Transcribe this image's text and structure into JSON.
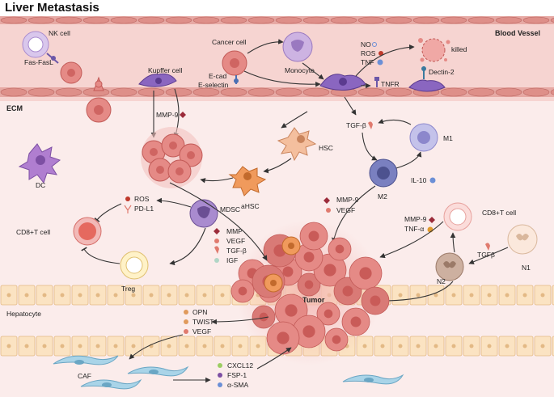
{
  "title": "Liver Metastasis",
  "regions": {
    "blood_vessel": "Blood Vessel",
    "ecm": "ECM",
    "hepatocyte": "Hepatocyte",
    "tumor": "Tumor"
  },
  "cells": {
    "nk": "NK cell",
    "cancer": "Cancer cell",
    "monocyte": "Monocyte",
    "kupffer": "Kupffer cell",
    "hsc": "HSC",
    "ahsc": "aHSC",
    "dc": "DC",
    "mdsc": "MDSC",
    "cd8_left": "CD8+T cell",
    "treg": "Treg",
    "m1": "M1",
    "m2": "M2",
    "cd8_right": "CD8+T cell",
    "n1": "N1",
    "n2": "N2",
    "caf": "CAF",
    "killed": "killed"
  },
  "factors": {
    "fas": "Fas-FasL",
    "ecad": "E-cad",
    "eselectin": "E-selectin",
    "no": "NO",
    "ros_bv": "ROS",
    "tnf": "TNF",
    "tnfr": "TNFR",
    "dectin": "Dectin-2",
    "mmp9_kupffer": "MMP-9",
    "tgfb_m1": "TGF-β",
    "il10": "IL-10",
    "mmp9_m2": "MMP-9",
    "vegf_m2": "VEGF",
    "mmp9_cd8": "MMP-9",
    "tnfa": "TNF-α",
    "tgfb_n1": "TGFβ",
    "ros_mdsc": "ROS",
    "pdl1": "PD-L1",
    "mmp": "MMP",
    "vegf_mdsc": "VEGF",
    "tgfb_mdsc": "TGF-β",
    "igf": "IGF",
    "opn": "OPN",
    "twist": "TWIST",
    "vegf_hep": "VEGF",
    "cxcl12": "CXCL12",
    "fsp1": "FSP-1",
    "asma": "α-SMA"
  },
  "colors": {
    "vessel": "#f6d4d1",
    "ecm": "#fbeceb",
    "hepatocyte": "#fbe3c2",
    "tumor": "#e58a86",
    "kupffer": "#8a66c0",
    "monocyte": "#cdb3e2",
    "caf": "#a9d4e8"
  }
}
